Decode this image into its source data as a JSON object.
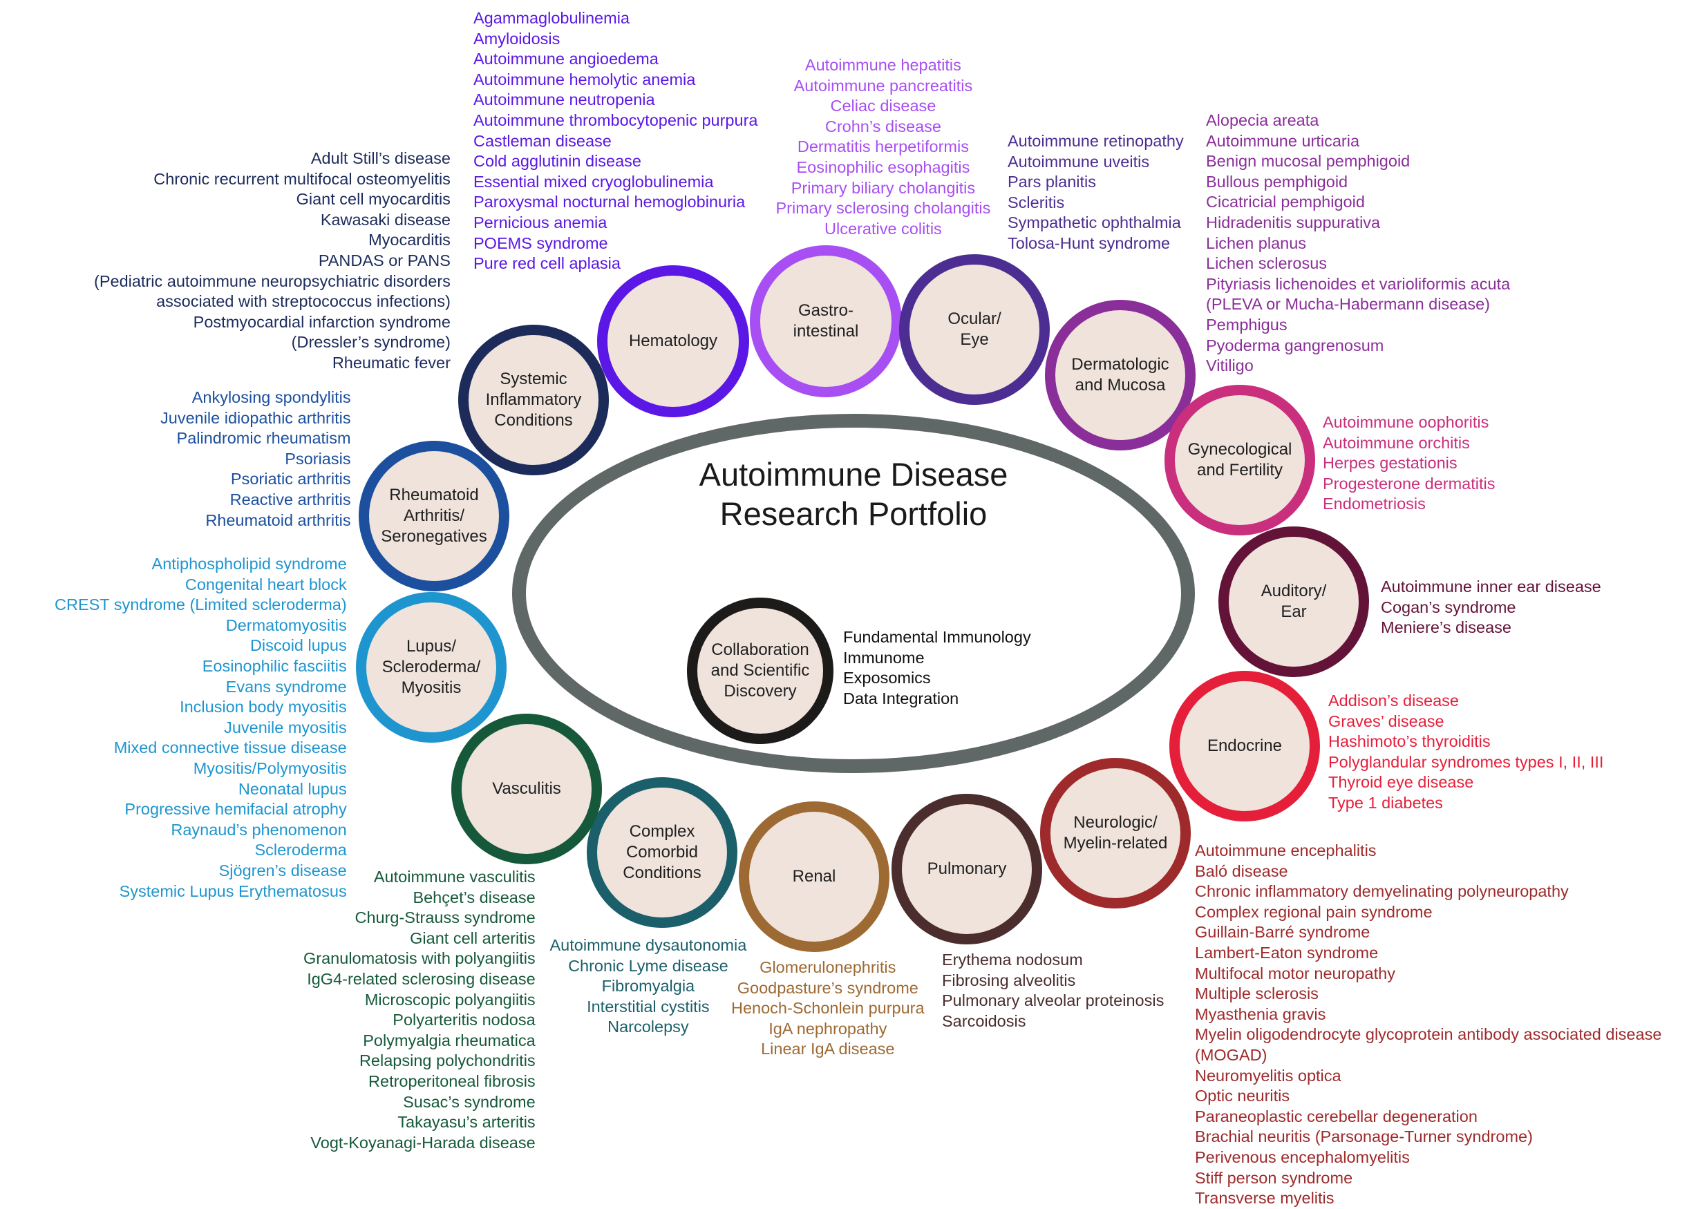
{
  "title_lines": [
    "Autoimmune Disease",
    "Research Portfolio"
  ],
  "center": {
    "label": "Collaboration\nand Scientific\nDiscovery",
    "color": "#1d1a1a",
    "items": [
      "Fundamental Immunology",
      "Immunome",
      "Exposomics",
      "Data Integration"
    ]
  },
  "ellipse_color": "#5f6866",
  "categories": [
    {
      "id": "systemic-inflammatory",
      "label": "Systemic\nInflammatory\nConditions",
      "color": "#1c2b5a",
      "items": [
        "Adult Still’s disease",
        "Chronic recurrent multifocal osteomyelitis",
        "Giant cell myocarditis",
        "Kawasaki disease",
        "Myocarditis",
        "PANDAS or PANS",
        "(Pediatric autoimmune neuropsychiatric disorders",
        "associated with streptococcus infections)",
        "Postmyocardial infarction syndrome",
        "(Dressler’s syndrome)",
        "Rheumatic fever"
      ]
    },
    {
      "id": "hematology",
      "label": "Hematology",
      "color": "#5b17e6",
      "items": [
        "Agammaglobulinemia",
        "Amyloidosis",
        "Autoimmune angioedema",
        "Autoimmune hemolytic anemia",
        "Autoimmune neutropenia",
        "Autoimmune thrombocytopenic purpura",
        "Castleman disease",
        "Cold agglutinin disease",
        "Essential mixed cryoglobulinemia",
        "Paroxysmal nocturnal hemoglobinuria",
        "Pernicious anemia",
        "POEMS syndrome",
        "Pure red cell aplasia"
      ]
    },
    {
      "id": "gastrointestinal",
      "label": "Gastro-\nintestinal",
      "color": "#a74ff2",
      "items": [
        "Autoimmune hepatitis",
        "Autoimmune pancreatitis",
        "Celiac disease",
        "Crohn’s disease",
        "Dermatitis herpetiformis",
        "Eosinophilic esophagitis",
        "Primary biliary cholangitis",
        "Primary sclerosing cholangitis",
        "Ulcerative colitis"
      ]
    },
    {
      "id": "ocular",
      "label": "Ocular/\nEye",
      "color": "#4c2d91",
      "items": [
        "Autoimmune retinopathy",
        "Autoimmune uveitis",
        "Pars planitis",
        "Scleritis",
        "Sympathetic ophthalmia",
        "Tolosa-Hunt syndrome"
      ]
    },
    {
      "id": "dermatologic",
      "label": "Dermatologic\nand Mucosa",
      "color": "#8a2e99",
      "items": [
        "Alopecia areata",
        "Autoimmune urticaria",
        "Benign mucosal pemphigoid",
        "Bullous pemphigoid",
        "Cicatricial pemphigoid",
        "Hidradenitis suppurativa",
        "Lichen planus",
        "Lichen sclerosus",
        "Pityriasis lichenoides et varioliformis acuta",
        "(PLEVA or Mucha-Habermann disease)",
        "Pemphigus",
        "Pyoderma gangrenosum",
        "Vitiligo"
      ]
    },
    {
      "id": "gynecological",
      "label": "Gynecological\nand Fertility",
      "color": "#c92f7d",
      "items": [
        "Autoimmune oophoritis",
        "Autoimmune orchitis",
        "Herpes gestationis",
        "Progesterone dermatitis",
        "Endometriosis"
      ]
    },
    {
      "id": "auditory",
      "label": "Auditory/\nEar",
      "color": "#641338",
      "items": [
        "Autoimmune inner ear disease",
        "Cogan’s syndrome",
        "Meniere’s disease"
      ]
    },
    {
      "id": "endocrine",
      "label": "Endocrine",
      "color": "#e51f3a",
      "items": [
        "Addison’s disease",
        "Graves’ disease",
        "Hashimoto’s thyroiditis",
        "Polyglandular syndromes types I, II, III",
        "Thyroid eye disease",
        "Type 1 diabetes"
      ]
    },
    {
      "id": "neurologic",
      "label": "Neurologic/\nMyelin-related",
      "color": "#9e2a2b",
      "items": [
        "Autoimmune encephalitis",
        "Baló disease",
        "Chronic inflammatory demyelinating polyneuropathy",
        "Complex regional pain syndrome",
        "Guillain-Barré syndrome",
        "Lambert-Eaton syndrome",
        "Multifocal motor neuropathy",
        "Multiple sclerosis",
        "Myasthenia gravis",
        "Myelin oligodendrocyte glycoprotein antibody associated disease",
        "(MOGAD)",
        "Neuromyelitis optica",
        "Optic neuritis",
        "Paraneoplastic cerebellar degeneration",
        "Brachial neuritis (Parsonage-Turner syndrome)",
        "Perivenous encephalomyelitis",
        "Stiff person syndrome",
        "Transverse myelitis"
      ]
    },
    {
      "id": "pulmonary",
      "label": "Pulmonary",
      "color": "#4b2d2d",
      "items": [
        "Erythema nodosum",
        "Fibrosing alveolitis",
        "Pulmonary alveolar proteinosis",
        "Sarcoidosis"
      ]
    },
    {
      "id": "renal",
      "label": "Renal",
      "color": "#9e6a33",
      "items": [
        "Glomerulonephritis",
        "Goodpasture’s syndrome",
        "Henoch-Schonlein purpura",
        "IgA nephropathy",
        "Linear IgA disease"
      ]
    },
    {
      "id": "complex-comorbid",
      "label": "Complex\nComorbid\nConditions",
      "color": "#1a5f6a",
      "items": [
        "Autoimmune dysautonomia",
        "Chronic Lyme disease",
        "Fibromyalgia",
        "Interstitial cystitis",
        "Narcolepsy"
      ]
    },
    {
      "id": "vasculitis",
      "label": "Vasculitis",
      "color": "#16593a",
      "items": [
        "Autoimmune vasculitis",
        "Behçet’s disease",
        "Churg-Strauss syndrome",
        "Giant cell arteritis",
        "Granulomatosis with polyangiitis",
        "IgG4-related sclerosing disease",
        "Microscopic polyangiitis",
        "Polyarteritis nodosa",
        "Polymyalgia rheumatica",
        "Relapsing polychondritis",
        "Retroperitoneal fibrosis",
        "Susac’s syndrome",
        "Takayasu’s arteritis",
        "Vogt-Koyanagi-Harada disease"
      ]
    },
    {
      "id": "lupus",
      "label": "Lupus/\nScleroderma/\nMyositis",
      "color": "#1e95cf",
      "items": [
        "Antiphospholipid syndrome",
        "Congenital heart block",
        "CREST syndrome (Limited scleroderma)",
        "Dermatomyositis",
        "Discoid lupus",
        "Eosinophilic fasciitis",
        "Evans syndrome",
        "Inclusion body myositis",
        "Juvenile myositis",
        "Mixed connective tissue disease",
        "Myositis/Polymyositis",
        "Neonatal lupus",
        "Progressive hemifacial atrophy",
        "Raynaud’s phenomenon",
        "Scleroderma",
        "Sjögren’s disease",
        "Systemic Lupus Erythematosus"
      ]
    },
    {
      "id": "rheumatoid",
      "label": "Rheumatoid\nArthritis/\nSeronegatives",
      "color": "#1c4f9e",
      "items": [
        "Ankylosing spondylitis",
        "Juvenile idiopathic arthritis",
        "Palindromic rheumatism",
        "Psoriasis",
        "Psoriatic arthritis",
        "Reactive arthritis",
        "Rheumatoid arthritis"
      ]
    }
  ]
}
